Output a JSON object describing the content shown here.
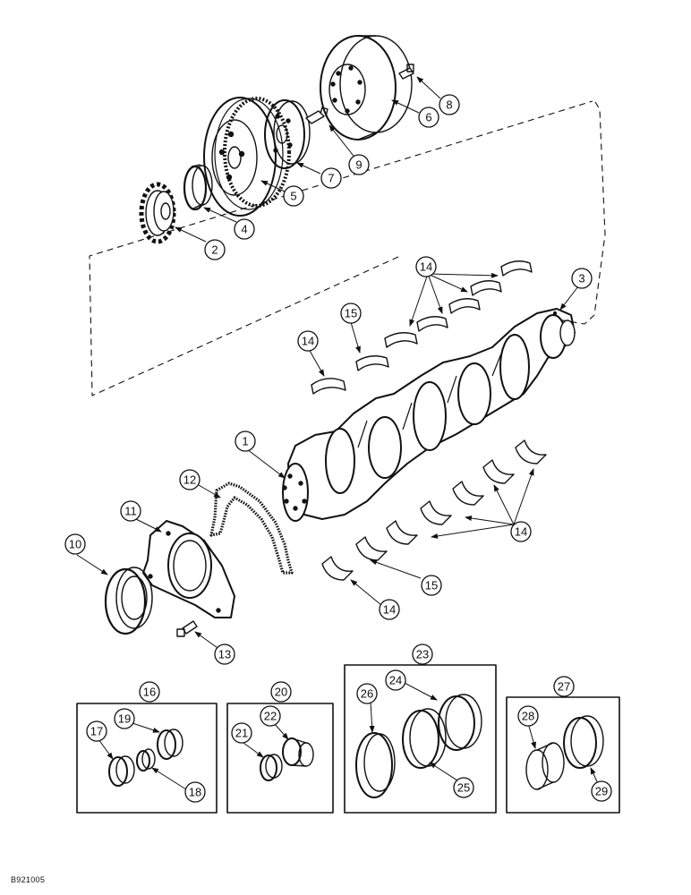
{
  "figure_id": "B921005",
  "callouts": [
    "1",
    "2",
    "3",
    "4",
    "5",
    "6",
    "7",
    "8",
    "9",
    "10",
    "11",
    "12",
    "13",
    "14",
    "14",
    "14",
    "14",
    "15",
    "15",
    "16",
    "17",
    "18",
    "19",
    "20",
    "21",
    "22",
    "23",
    "24",
    "25",
    "26",
    "27",
    "28",
    "29"
  ],
  "kits": [
    {
      "label": "16",
      "parts": [
        "17",
        "18",
        "19"
      ]
    },
    {
      "label": "20",
      "parts": [
        "21",
        "22"
      ]
    },
    {
      "label": "23",
      "parts": [
        "24",
        "25",
        "26"
      ]
    },
    {
      "label": "27",
      "parts": [
        "28",
        "29"
      ]
    }
  ]
}
